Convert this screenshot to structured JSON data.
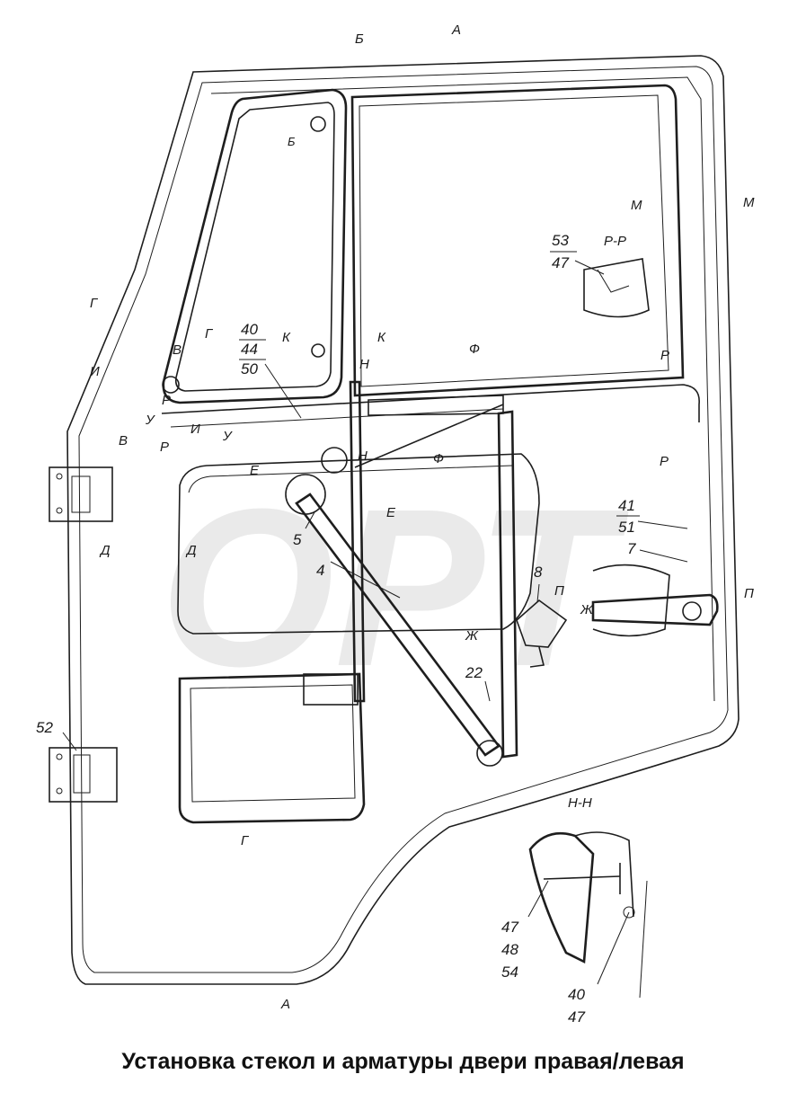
{
  "title": "Установка стекол и арматуры двери правая/левая",
  "watermark": "ОРТ",
  "colors": {
    "line": "#1e1e1e",
    "watermark": "#d9d9d9",
    "background": "#ffffff"
  },
  "section_labels": {
    "A_top": "А",
    "B_top": "Б",
    "B_inner": "Б",
    "M1": "М",
    "M2": "М",
    "PP": "Р-Р",
    "G_left": "Г",
    "G_inner": "Г",
    "V1": "В",
    "V2": "В",
    "I1": "И",
    "I2": "И",
    "R1": "Р",
    "R2": "Р",
    "R3": "Р",
    "R4": "Р",
    "U1": "У",
    "U2": "У",
    "K1": "К",
    "K2": "К",
    "N1": "Н",
    "N2": "Н",
    "F1": "Ф",
    "F2": "Ф",
    "E1": "Е",
    "E2": "Е",
    "D1": "Д",
    "D2": "Д",
    "P1": "П",
    "P2": "П",
    "ZH1": "Ж",
    "ZH2": "Ж",
    "G_low": "Г",
    "A_bottom": "А",
    "NN": "Н-Н"
  },
  "callouts": {
    "n53": "53",
    "n47a": "47",
    "n40": "40",
    "n44": "44",
    "n50": "50",
    "n5": "5",
    "n4": "4",
    "n41": "41",
    "n51": "51",
    "n7": "7",
    "n8": "8",
    "n22": "22",
    "n52": "52",
    "n47b": "47",
    "n48": "48",
    "n54": "54",
    "n40b": "40",
    "n47c": "47"
  }
}
